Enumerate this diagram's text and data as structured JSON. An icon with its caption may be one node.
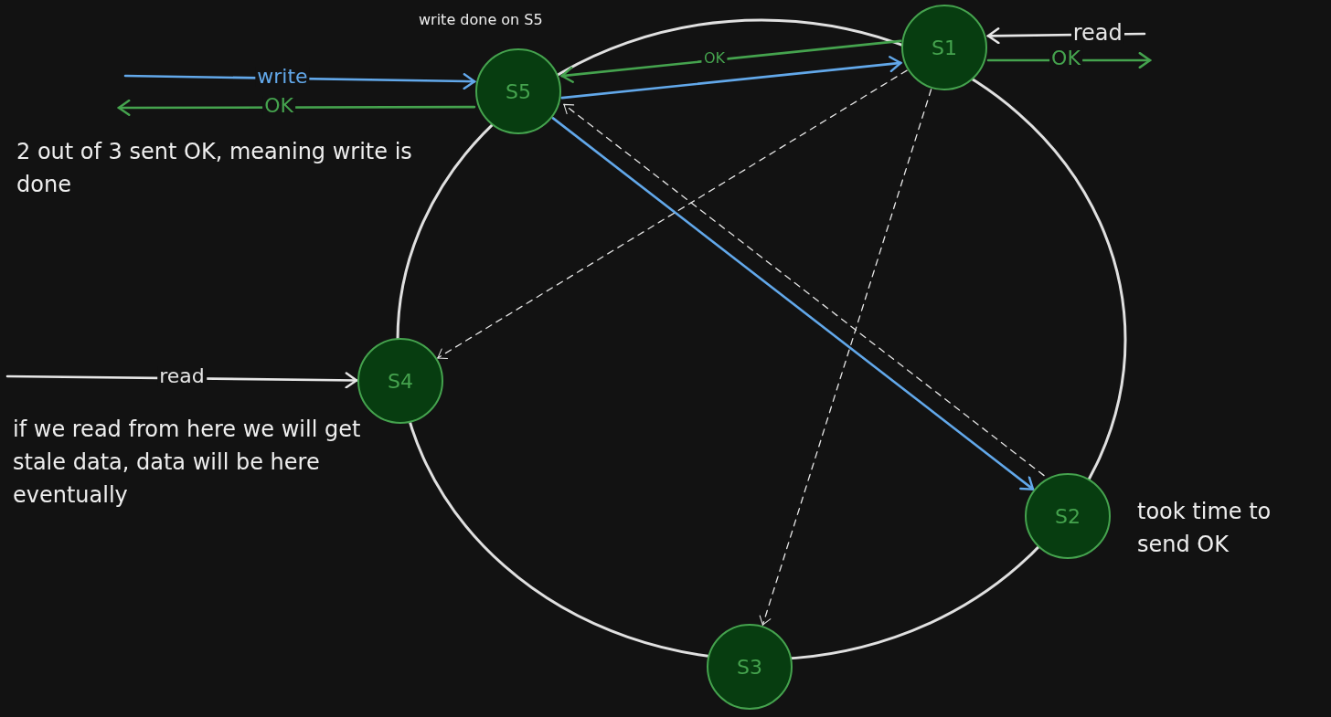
{
  "diagram": {
    "nodes": [
      {
        "text": [
          "S5"
        ],
        "beside": [
          "write done on S5"
        ]
      },
      {
        "text": [
          "S1"
        ]
      },
      {
        "text": [
          "S4"
        ],
        "beside": [
          "if we read from here we will get stale data, data will be here eventually"
        ]
      },
      {
        "text": [
          "S2"
        ],
        "beside": [
          "took time to send OK"
        ]
      },
      {
        "text": [
          "S3"
        ]
      }
    ],
    "edges": [
      {
        "from": null,
        "to": 0,
        "arrow": "to",
        "label": "write",
        "color": "#62a8ea"
      },
      {
        "from": 0,
        "to": null,
        "arrow": "to",
        "label": "OK",
        "color": "#45a34e"
      },
      {
        "from": 1,
        "to": 0,
        "arrow": "to",
        "label": "OK",
        "color": "#45a34e"
      },
      {
        "from": 0,
        "to": 1,
        "arrow": "to",
        "color": "#62a8ea"
      },
      {
        "from": 0,
        "to": 3,
        "arrow": "to",
        "color": "#62a8ea"
      },
      {
        "from": 3,
        "to": 0,
        "arrow": "to",
        "style": "dashed"
      },
      {
        "from": 1,
        "to": 2,
        "arrow": "to",
        "style": "dashed"
      },
      {
        "from": 1,
        "to": 4,
        "arrow": "to",
        "style": "dashed"
      },
      {
        "from": null,
        "to": 1,
        "arrow": "to",
        "label": "read"
      },
      {
        "from": 1,
        "to": null,
        "arrow": "to",
        "label": "OK",
        "color": "#45a34e"
      },
      {
        "from": null,
        "to": 2,
        "arrow": "to",
        "label": "read"
      }
    ],
    "labels": [
      "2 out of 3 sent OK, meaning write is done"
    ]
  }
}
